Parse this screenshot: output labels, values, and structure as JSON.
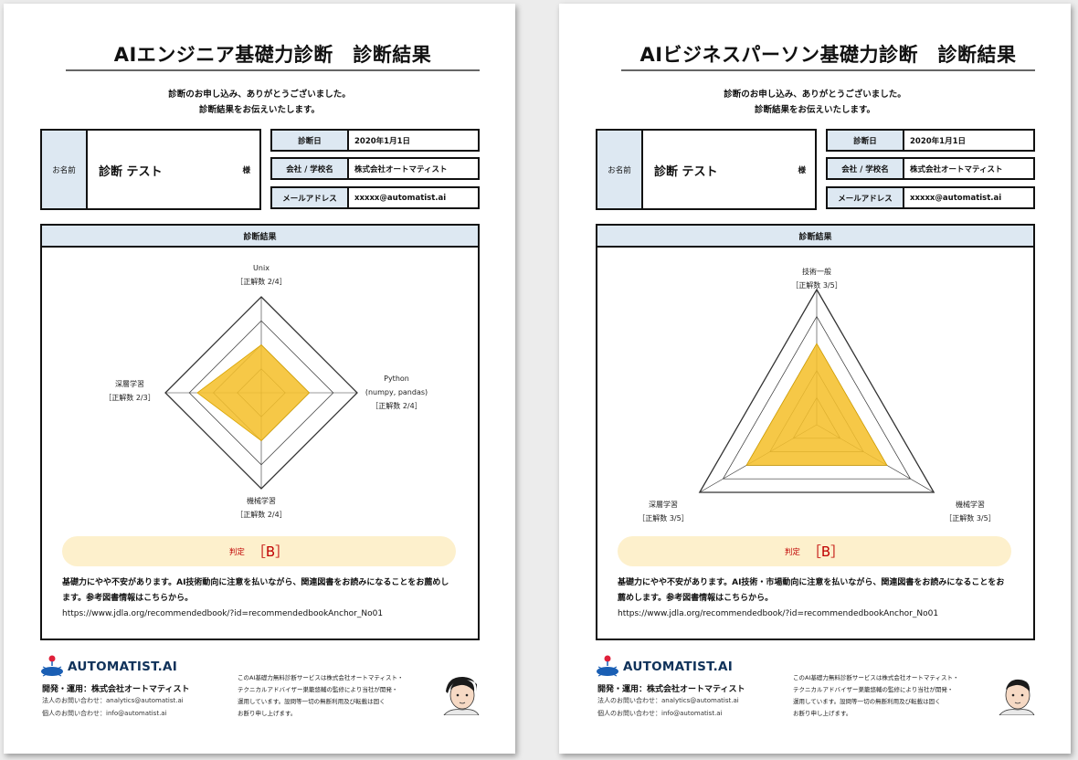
{
  "pages": [
    {
      "title": "AIエンジニア基礎力診断　診断結果",
      "intro_line1": "診断のお申し込み、ありがとうございました。",
      "intro_line2": "診断結果をお伝えいたします。",
      "name_label": "お名前",
      "name_value": "診断 テスト",
      "name_suffix": "様",
      "info": [
        {
          "label": "診断日",
          "value": "2020年1月1日"
        },
        {
          "label": "会社 / 学校名",
          "value": "株式会社オートマティスト"
        },
        {
          "label": "メールアドレス",
          "value": "xxxxx@automatist.ai"
        }
      ],
      "results_header": "診断結果",
      "chart_data": {
        "type": "radar",
        "axes": [
          {
            "name": "Unix",
            "score_text": "［正解数 2/4］",
            "correct": 2,
            "total": 4
          },
          {
            "name": "Python",
            "name_line2": "(numpy, pandas)",
            "score_text": "［正解数 2/4］",
            "correct": 2,
            "total": 4
          },
          {
            "name": "機械学習",
            "score_text": "［正解数 2/4］",
            "correct": 2,
            "total": 4
          },
          {
            "name": "深層学習",
            "score_text": "［正解数 2/3］",
            "correct": 2,
            "total": 3
          }
        ],
        "rings": 4,
        "fill_color": "#f5c02e",
        "grid_color": "#333333"
      },
      "verdict_label": "判定",
      "verdict_grade": "［B］",
      "comment_line1": "基礎力にやや不安があります。AI技術動向に注意を払いながら、関連図書をお読みになることをお薦めし",
      "comment_line2": "ます。参考図書情報はこちらから。",
      "comment_url": "https://www.jdla.org/recommendedbook/?id=recommendedbookAnchor_No01",
      "logo_text": "AUTOMATIST.AI",
      "dev": "開発・運用：株式会社オートマティスト",
      "contact1": "法人のお問い合わせ：analytics@automatist.ai",
      "contact2": "個人のお問い合わせ：info@automatist.ai",
      "notice": [
        "このAI基礎力無料診断サービスは株式会社オートマティスト・",
        "テクニカルアドバイザー巣籠悠輔の監修により当社が開発・",
        "運用しています。設問等一切の無断利用及び転載は固く",
        "お断り申し上げます。"
      ]
    },
    {
      "title": "AIビジネスパーソン基礎力診断　診断結果",
      "intro_line1": "診断のお申し込み、ありがとうございました。",
      "intro_line2": "診断結果をお伝えいたします。",
      "name_label": "お名前",
      "name_value": "診断 テスト",
      "name_suffix": "様",
      "info": [
        {
          "label": "診断日",
          "value": "2020年1月1日"
        },
        {
          "label": "会社 / 学校名",
          "value": "株式会社オートマティスト"
        },
        {
          "label": "メールアドレス",
          "value": "xxxxx@automatist.ai"
        }
      ],
      "results_header": "診断結果",
      "chart_data": {
        "type": "radar",
        "axes": [
          {
            "name": "技術一般",
            "score_text": "［正解数 3/5］",
            "correct": 3,
            "total": 5
          },
          {
            "name": "機械学習",
            "score_text": "［正解数 3/5］",
            "correct": 3,
            "total": 5
          },
          {
            "name": "深層学習",
            "score_text": "［正解数 3/5］",
            "correct": 3,
            "total": 5
          }
        ],
        "rings": 5,
        "fill_color": "#f5c02e",
        "grid_color": "#333333"
      },
      "verdict_label": "判定",
      "verdict_grade": "［B］",
      "comment_line1": "基礎力にやや不安があります。AI技術・市場動向に注意を払いながら、関連図書をお読みになることをお",
      "comment_line2": "薦めします。参考図書情報はこちらから。",
      "comment_url": "https://www.jdla.org/recommendedbook/?id=recommendedbookAnchor_No01",
      "logo_text": "AUTOMATIST.AI",
      "dev": "開発・運用：株式会社オートマティスト",
      "contact1": "法人のお問い合わせ：analytics@automatist.ai",
      "contact2": "個人のお問い合わせ：info@automatist.ai",
      "notice": [
        "このAI基礎力無料診断サービスは株式会社オートマティスト・",
        "テクニカルアドバイザー巣籠悠輔の監修により当社が開発・",
        "運用しています。設問等一切の無断利用及び転載は固く",
        "お断り申し上げます。"
      ]
    }
  ]
}
